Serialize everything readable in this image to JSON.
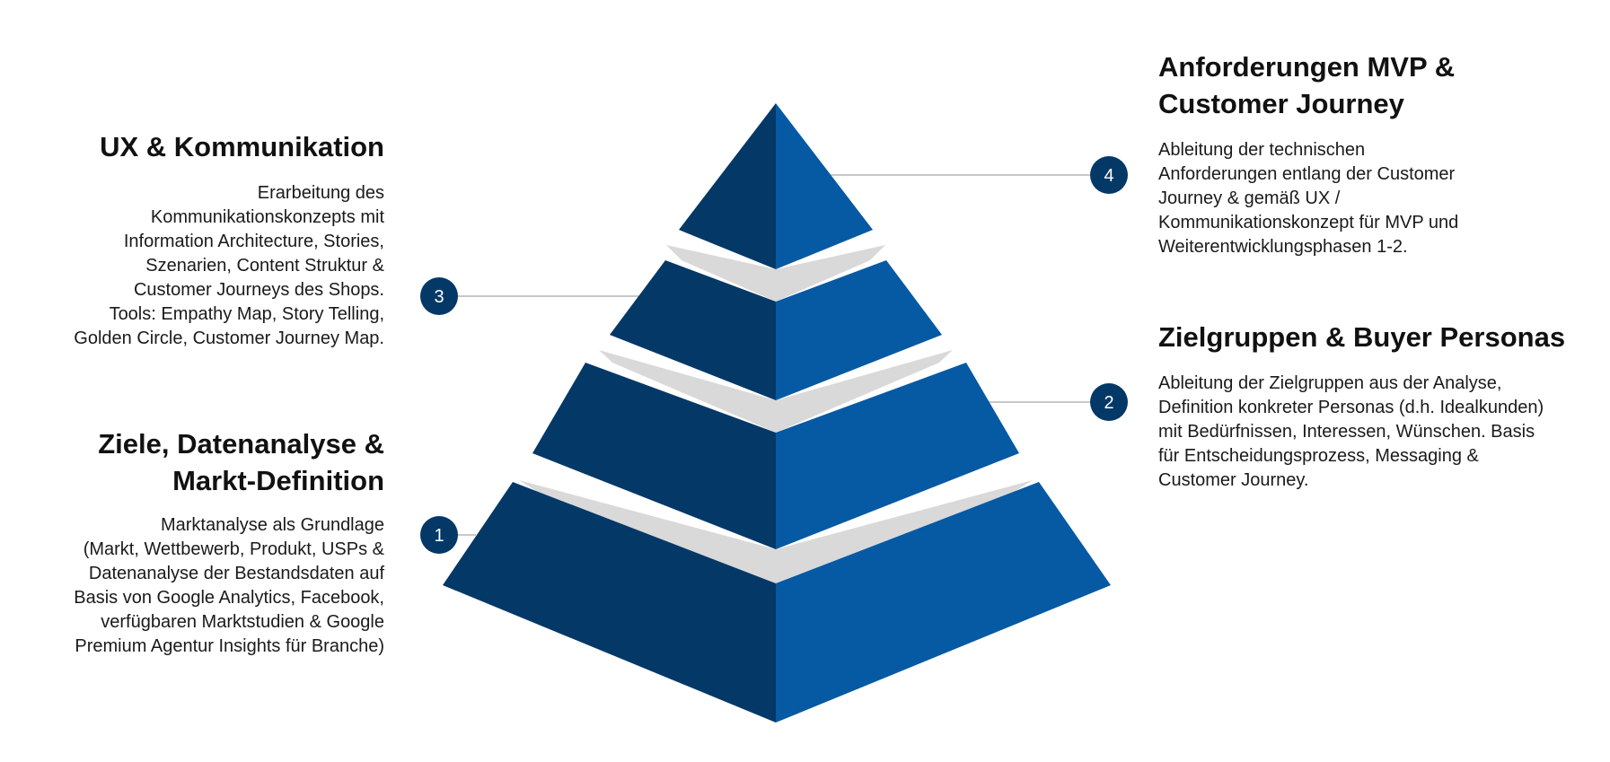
{
  "colors": {
    "pyramid_dark": "#043867",
    "pyramid_light": "#0659a3",
    "gap": "#d9d9d9",
    "marker": "#043867",
    "connector": "#c8c8c8",
    "marker_text": "#ffffff"
  },
  "levels": [
    {
      "number": "1",
      "title": "Ziele, Datenanalyse & Markt-Definition",
      "title_lines": [
        "Ziele, Datenanalyse &",
        "Markt-Definition"
      ],
      "body_lines": [
        "Marktanalyse als Grundlage",
        "(Markt, Wettbewerb, Produkt, USPs &",
        "Datenanalyse der Bestandsdaten auf",
        "Basis von Google Analytics, Facebook,",
        "verfügbaren Marktstudien & Google",
        "Premium Agentur Insights für Branche)"
      ]
    },
    {
      "number": "2",
      "title": "Zielgruppen & Buyer Personas",
      "title_lines": [
        "Zielgruppen & Buyer Personas"
      ],
      "body_lines": [
        "Ableitung der Zielgruppen aus der Analyse,",
        "Definition konkreter Personas (d.h. Idealkunden)",
        "mit Bedürfnissen, Interessen, Wünschen. Basis",
        "für Entscheidungsprozess, Messaging &",
        "Customer Journey."
      ]
    },
    {
      "number": "3",
      "title": "UX & Kommunikation",
      "title_lines": [
        "UX & Kommunikation"
      ],
      "body_lines": [
        "Erarbeitung des",
        "Kommunikationskonzepts mit",
        "Information Architecture, Stories,",
        "Szenarien, Content Struktur &",
        "Customer Journeys des Shops.",
        "Tools: Empathy Map, Story Telling,",
        "Golden Circle, Customer Journey Map."
      ]
    },
    {
      "number": "4",
      "title": "Anforderungen MVP & Customer Journey",
      "title_lines": [
        "Anforderungen MVP &",
        "Customer Journey"
      ],
      "body_lines": [
        "Ableitung der technischen",
        "Anforderungen entlang der Customer",
        "Journey & gemäß UX /",
        "Kommunikationskonzept für MVP und",
        "Weiterentwicklungsphasen 1-2."
      ]
    }
  ]
}
